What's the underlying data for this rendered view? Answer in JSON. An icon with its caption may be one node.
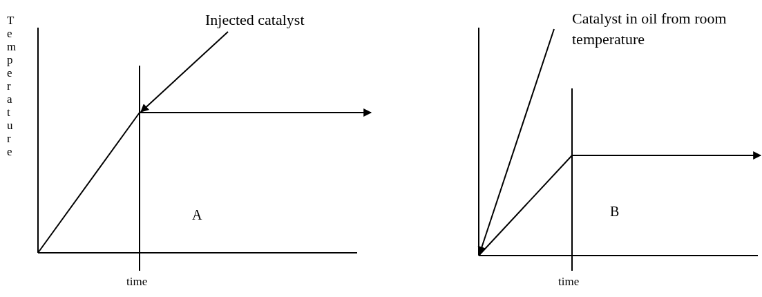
{
  "diagram": {
    "nodes": [
      {
        "text": [
          "Injected catalyst"
        ]
      },
      {
        "text": [
          "Catalyst in oil from room temperature"
        ]
      },
      {
        "text": [],
        "shape": "line"
      },
      {
        "text": [],
        "shape": "line"
      }
    ],
    "edges": [
      {
        "from": 0,
        "to": 2,
        "arrow": "to"
      },
      {
        "from": 1,
        "to": 3,
        "arrow": "to"
      }
    ],
    "labels": [
      "Temperature",
      "time",
      "A",
      "time",
      "B"
    ]
  }
}
